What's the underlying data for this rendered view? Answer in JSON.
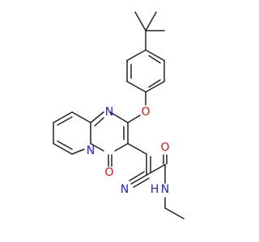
{
  "figure": {
    "kind": "chemical-structure",
    "background_color": "#ffffff"
  },
  "atom_labels": {
    "ring_nitrogen_top": "N",
    "ring_nitrogen_bridgehead": "N",
    "ether_oxygen": "O",
    "carbonyl_oxygen_ring": "O",
    "amide_oxygen": "O",
    "nitrile_nitrogen": "N",
    "amide_nitrogen": "N",
    "amide_hydrogen": "H"
  },
  "colors": {
    "bond": "#222222",
    "carbon": "#222222",
    "nitrogen": "#1f1fd8",
    "oxygen": "#e8100a"
  }
}
